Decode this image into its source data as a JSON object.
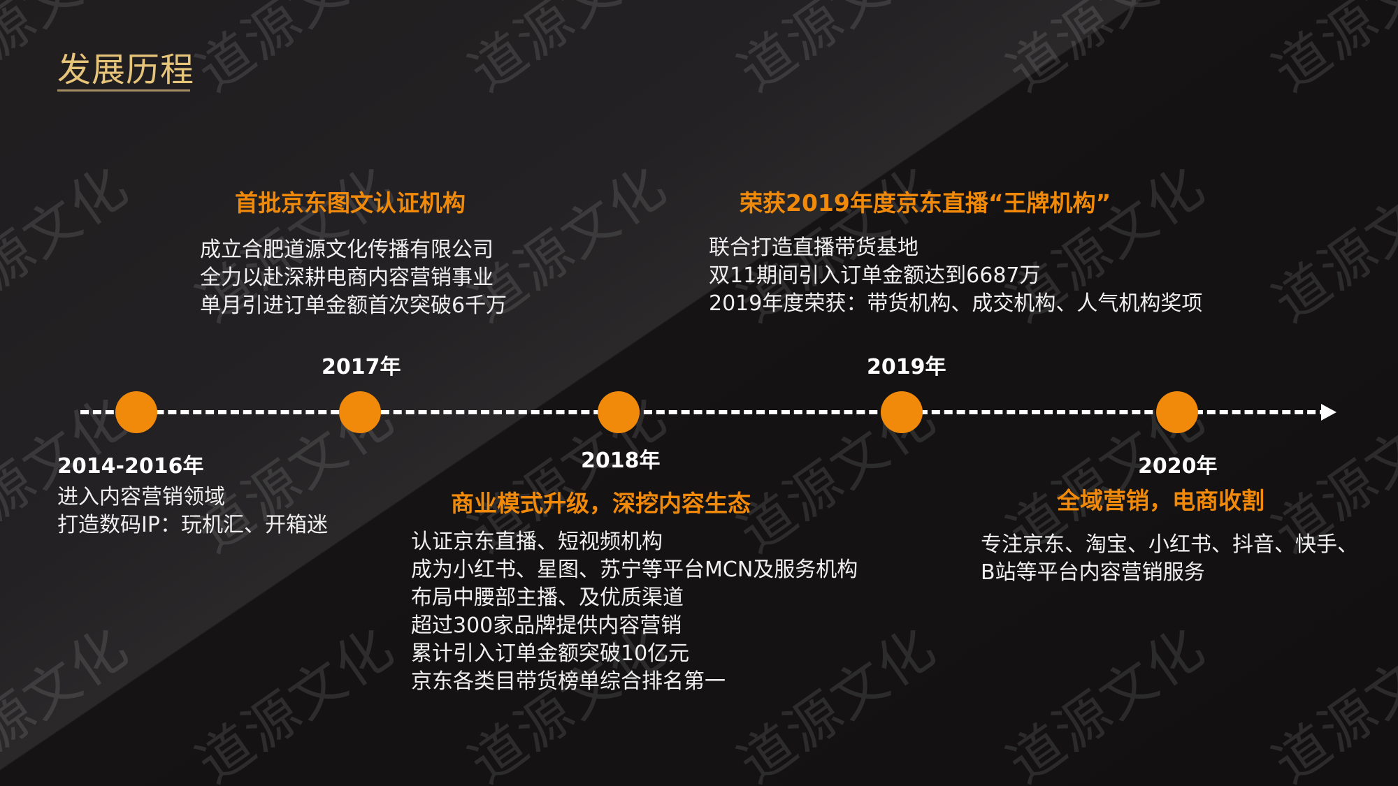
{
  "page": {
    "title": "发展历程",
    "watermark_text": "道源文化",
    "colors": {
      "accent_orange": "#f18a0a",
      "title_gold": "#e6c47a",
      "underline": "#a48c64",
      "text_white": "#f0f0f0",
      "bg_dark": "#121010",
      "bg_band": "#232123"
    }
  },
  "timeline": {
    "milestones": [
      {
        "year": "2014-2016年",
        "heading": "",
        "lines": [
          "进入内容营销领域",
          "打造数码IP：玩机汇、开箱迷"
        ]
      },
      {
        "year": "2017年",
        "heading": "首批京东图文认证机构",
        "lines": [
          "成立合肥道源文化传播有限公司",
          "全力以赴深耕电商内容营销事业",
          "单月引进订单金额首次突破6千万"
        ]
      },
      {
        "year": "2018年",
        "heading": "商业模式升级，深挖内容生态",
        "lines": [
          "认证京东直播、短视频机构",
          "成为小红书、星图、苏宁等平台MCN及服务机构",
          "布局中腰部主播、及优质渠道",
          "超过300家品牌提供内容营销",
          "累计引入订单金额突破10亿元",
          "京东各类目带货榜单综合排名第一"
        ]
      },
      {
        "year": "2019年",
        "heading": "荣获2019年度京东直播“王牌机构”",
        "lines": [
          "联合打造直播带货基地",
          "双11期间引入订单金额达到6687万",
          "2019年度荣获：带货机构、成交机构、人气机构奖项"
        ]
      },
      {
        "year": "2020年",
        "heading": "全域营销，电商收割",
        "lines": [
          "专注京东、淘宝、小红书、抖音、快手、",
          "B站等平台内容营销服务"
        ]
      }
    ]
  }
}
